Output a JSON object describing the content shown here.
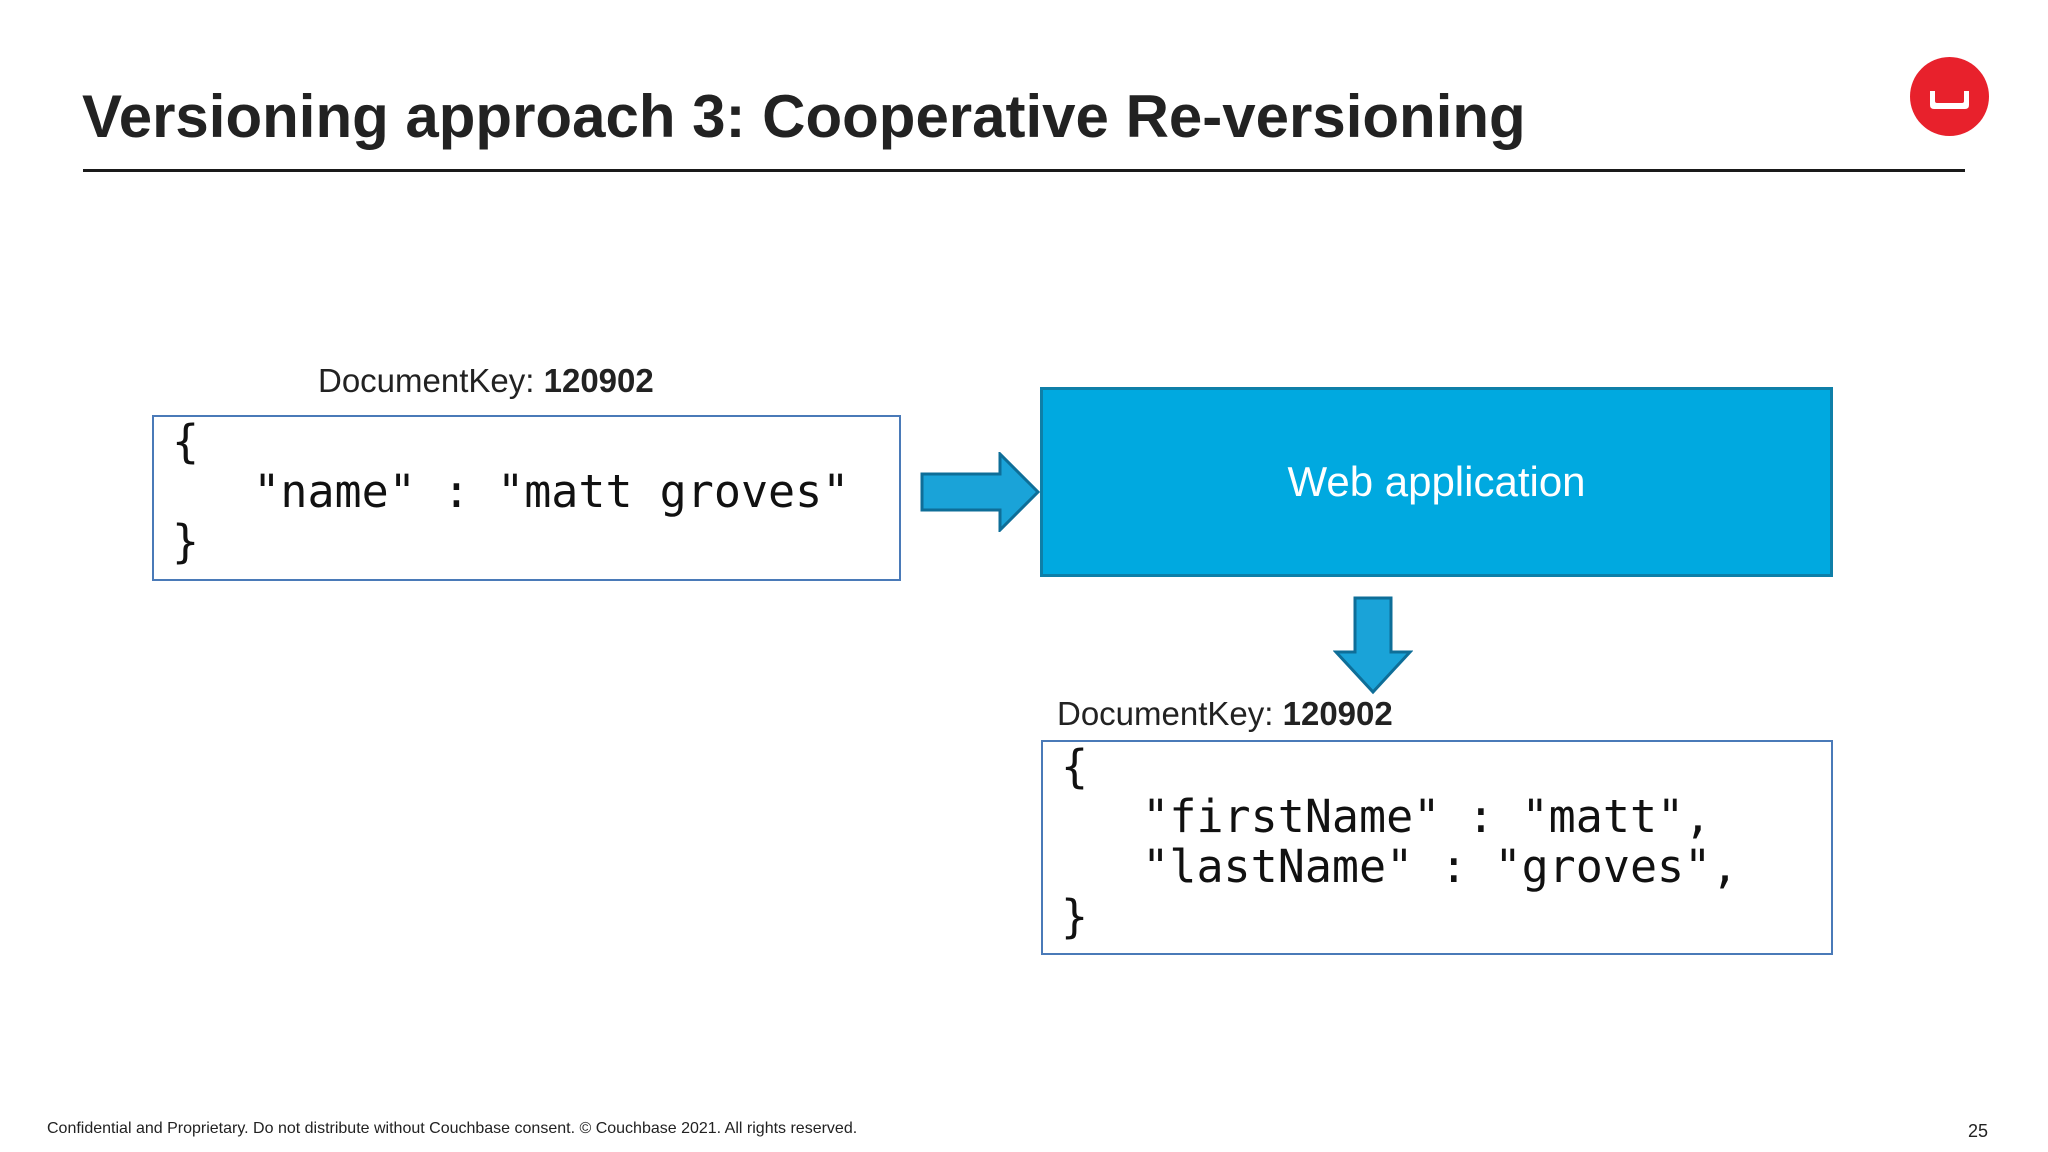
{
  "slide": {
    "title": "Versioning approach 3: Cooperative Re-versioning",
    "logo_icon": "couchbase-logo-icon",
    "accent_color": "#e8212c"
  },
  "document_before": {
    "key_label": "DocumentKey: ",
    "key_value": "120902",
    "code_lines": [
      "{",
      "   \"name\" : \"matt groves\"",
      "}"
    ]
  },
  "web_application": {
    "label": "Web application",
    "fill_color": "#00a9e0"
  },
  "document_after": {
    "key_label": "DocumentKey: ",
    "key_value": "120902",
    "code_lines": [
      "{",
      "   \"firstName\" : \"matt\",",
      "   \"lastName\" : \"groves\",",
      "}"
    ]
  },
  "arrows": {
    "to_app_icon": "arrow-right-icon",
    "to_document_icon": "arrow-down-icon"
  },
  "footer": {
    "text": "Confidential and Proprietary. Do not distribute without Couchbase consent. © Couchbase 2021. All rights reserved.",
    "page_number": "25"
  }
}
